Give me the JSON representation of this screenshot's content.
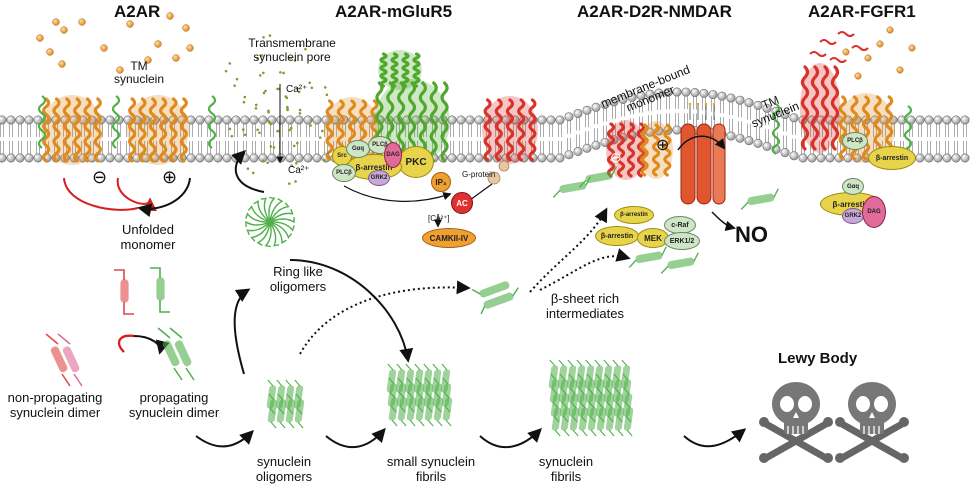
{
  "headers": {
    "a2ar": "A2AR",
    "mglur5": "A2AR-mGluR5",
    "d2r_nmdar": "A2AR-D2R-NMDAR",
    "fgfr1": "A2AR-FGFR1"
  },
  "labels": {
    "tm_synuclein_left": "TM\nsynuclein",
    "transmembrane_pore": "Transmembrane\nsynuclein pore",
    "ca_top": "Ca²⁺",
    "ca_bottom": "Ca²⁺",
    "membrane_bound": "membrane-bound\nmonomer",
    "tm_synuclein_right": "TM\nsynuclein",
    "unfolded_monomer": "Unfolded\nmonomer",
    "ring_oligomers": "Ring like\noligomers",
    "beta_sheet": "β-sheet rich\nintermediates",
    "non_propagating": "non-propagating\nsynuclein dimer",
    "propagating": "propagating\nsynuclein dimer",
    "oligomers": "synuclein\noligomers",
    "small_fibrils": "small synuclein\nfibrils",
    "fibrils": "synuclein\nfibrils",
    "lewy_body": "Lewy Body",
    "no": "NO",
    "g_protein": "G-protein",
    "ca_bracket": "[Ca²⁺]",
    "camkii": "CAMKII-IV",
    "pkc": "PKC",
    "ip3": "IP₃",
    "ac": "AC",
    "beta_arrestin_1": "β-arrestin",
    "beta_arrestin_2": "β-arrestin",
    "beta_arrestin_3": "β-arrestin",
    "beta_arrestin_4": "β-arrestin",
    "beta_arrestin_5": "β-arrestin",
    "mek": "MEK",
    "erk": "ERK1/2",
    "craf": "c-Raf",
    "gq_1": "Gαq",
    "gq_2": "Gαq",
    "plcb_1": "PLCβ",
    "plcb_2": "PLCβ",
    "plcb_3": "PLCβ",
    "grk_1": "GRK2",
    "grk_2": "GRK2",
    "src": "Src",
    "dag_1": "DAG",
    "dag_2": "DAG",
    "minus": "⊖",
    "plus": "⊕",
    "plus_mid": "⊕",
    "minus_mid": "⊖"
  },
  "colors": {
    "a2ar_receptor": "#e08a1e",
    "mglur5_receptor": "#4fa82c",
    "d2r_receptor": "#d9322a",
    "nmdar_channel": "#e0572f",
    "synuclein_green": "#4fb04a",
    "synuclein_red": "#e04848",
    "inhibit_arrow": "#d62020",
    "yellow_protein": "#e8d44a",
    "membrane_head": "#cccccc"
  }
}
